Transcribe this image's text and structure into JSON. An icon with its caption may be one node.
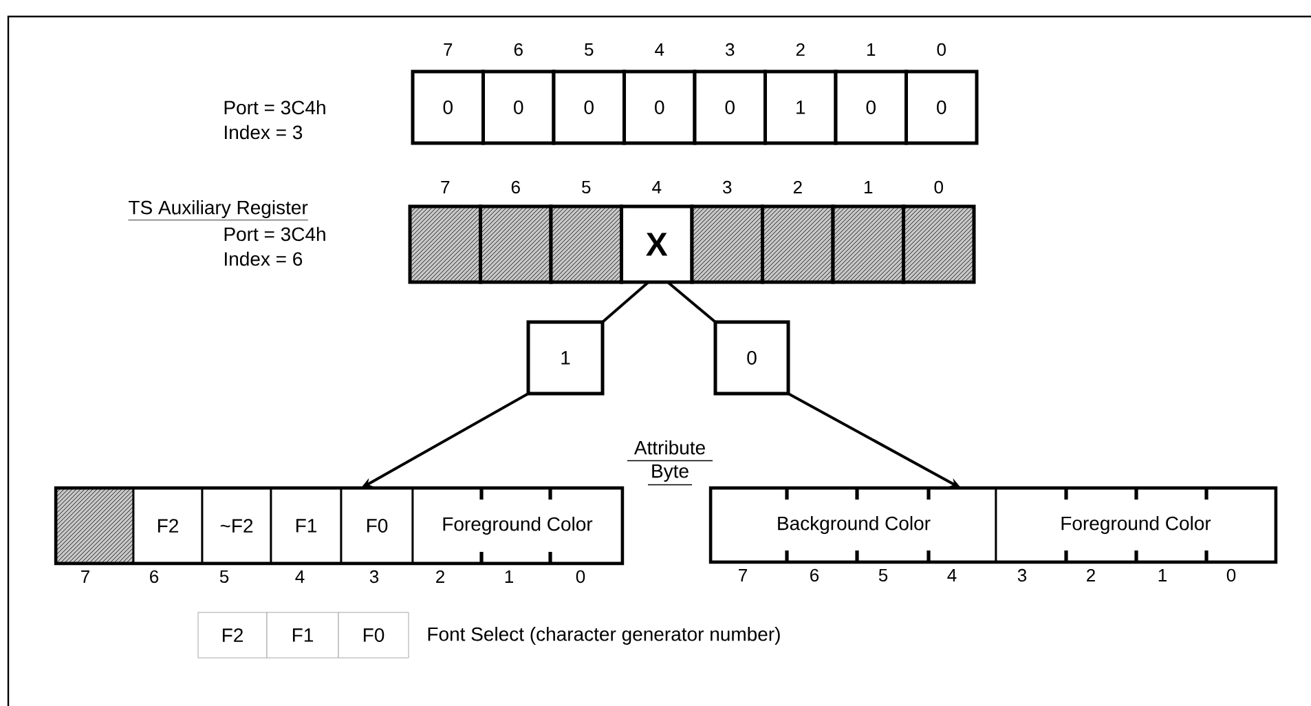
{
  "diagram": {
    "nodes": [
      {
        "text": [
          "0"
        ]
      },
      {
        "text": [
          "0"
        ]
      },
      {
        "text": [
          "0"
        ]
      },
      {
        "text": [
          "0"
        ]
      },
      {
        "text": [
          "0"
        ]
      },
      {
        "text": [
          "1"
        ]
      },
      {
        "text": [
          "0"
        ]
      },
      {
        "text": [
          "0"
        ]
      },
      {
        "text": [],
        "shape": "box"
      },
      {
        "text": [],
        "shape": "box"
      },
      {
        "text": [],
        "shape": "box"
      },
      {
        "text": [
          "X"
        ]
      },
      {
        "text": [],
        "shape": "box"
      },
      {
        "text": [],
        "shape": "box"
      },
      {
        "text": [],
        "shape": "box"
      },
      {
        "text": [],
        "shape": "box"
      },
      {
        "text": [
          "1"
        ]
      },
      {
        "text": [
          "0"
        ]
      },
      {
        "text": [],
        "shape": "box"
      },
      {
        "text": [],
        "shape": "box",
        "in": 18
      },
      {
        "text": [
          "F2"
        ],
        "in": 18
      },
      {
        "text": [
          "~F2"
        ],
        "in": 18
      },
      {
        "text": [
          "F1"
        ],
        "in": 18
      },
      {
        "text": [
          "F0"
        ],
        "in": 18
      },
      {
        "text": [
          "Foreground Color"
        ],
        "in": 18
      },
      {
        "text": [],
        "shape": "box"
      },
      {
        "text": [
          "Background Color"
        ],
        "in": 25
      },
      {
        "text": [
          "Foreground Color"
        ],
        "in": 25
      },
      {
        "text": [
          "F2"
        ]
      },
      {
        "text": [
          "F1"
        ]
      },
      {
        "text": [
          "F0"
        ]
      }
    ],
    "edges": [
      {
        "from": 11,
        "to": 16,
        "arrow": "none"
      },
      {
        "from": 16,
        "to": 18,
        "arrow": "to"
      },
      {
        "from": 11,
        "to": 17,
        "arrow": "none"
      },
      {
        "from": 17,
        "to": 25,
        "arrow": "to"
      }
    ],
    "labels": [
      "7",
      "6",
      "5",
      "4",
      "3",
      "2",
      "1",
      "0",
      "Port = 3C4h",
      "Index = 3",
      "7",
      "6",
      "5",
      "4",
      "3",
      "2",
      "1",
      "0",
      "TS Auxiliary Register",
      "Port = 3C4h",
      "Index = 6",
      "Attribute Byte",
      "7",
      "6",
      "5",
      "4",
      "3",
      "2",
      "1",
      "0",
      "7",
      "6",
      "5",
      "4",
      "3",
      "2",
      "1",
      "0",
      "Font Select (character generator number)"
    ]
  }
}
